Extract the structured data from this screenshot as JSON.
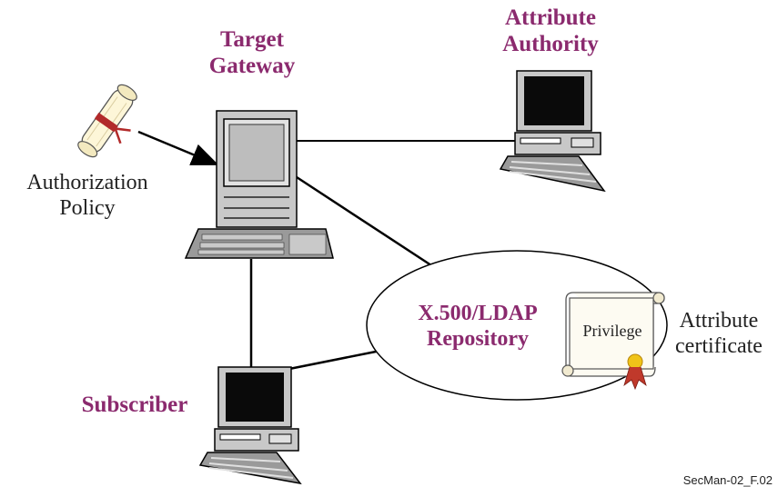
{
  "nodes": {
    "target_gateway": {
      "line1": "Target",
      "line2": "Gateway"
    },
    "attribute_authority": {
      "line1": "Attribute",
      "line2": "Authority"
    },
    "authorization_policy": {
      "line1": "Authorization",
      "line2": "Policy"
    },
    "subscriber": {
      "label": "Subscriber"
    },
    "repository": {
      "line1": "X.500/LDAP",
      "line2": "Repository"
    },
    "attribute_certificate": {
      "line1": "Attribute",
      "line2": "certificate",
      "scroll_text": "Privilege"
    }
  },
  "footer": "SecMan-02_F.02",
  "colors": {
    "accent": "#8b2a6e",
    "line": "#000000",
    "computer_body": "#c8c8c8",
    "screen": "#0a0a0a"
  }
}
